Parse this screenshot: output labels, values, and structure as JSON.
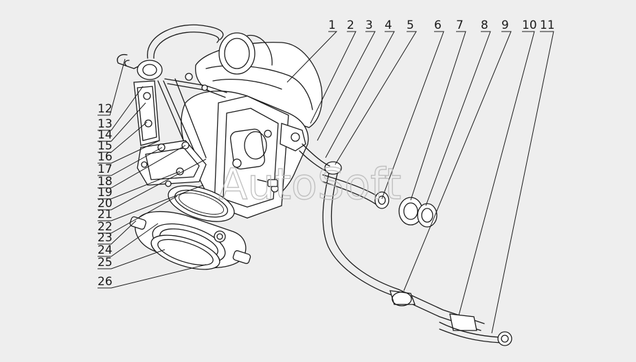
{
  "watermark": "AutoSoft",
  "callouts_right": [
    "1",
    "2",
    "3",
    "4",
    "5",
    "6",
    "7",
    "8",
    "9",
    "10",
    "11"
  ],
  "callouts_left": [
    "12",
    "13",
    "14",
    "15",
    "16",
    "17",
    "18",
    "19",
    "20",
    "21",
    "22",
    "23",
    "24",
    "25",
    "26"
  ],
  "colors": {
    "background": "#eeeeee",
    "line": "#1a1a1a",
    "watermark": "#b8b8b8"
  }
}
